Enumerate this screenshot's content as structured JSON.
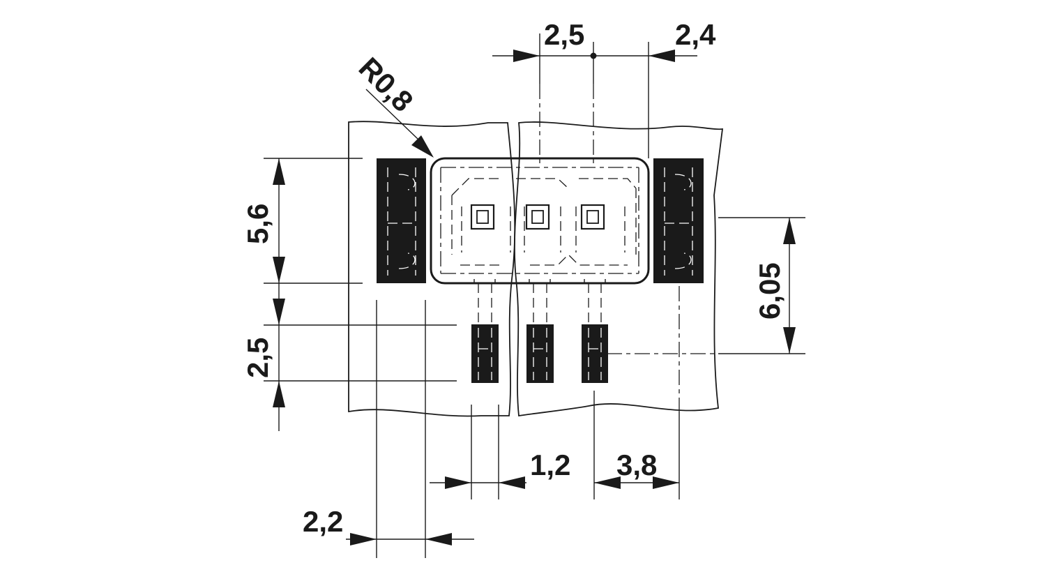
{
  "drawing": {
    "dimensions": {
      "top_pitch": "2,5",
      "top_offset": "2,4",
      "radius": "R0,8",
      "left_height": "5,6",
      "right_height": "6,05",
      "left_pitch": "2,5",
      "bottom_pad_width": "1,2",
      "bottom_offset": "3,8",
      "bottom_left_width": "2,2"
    },
    "colors": {
      "ink": "#1a1a1a",
      "background": "#ffffff"
    }
  }
}
